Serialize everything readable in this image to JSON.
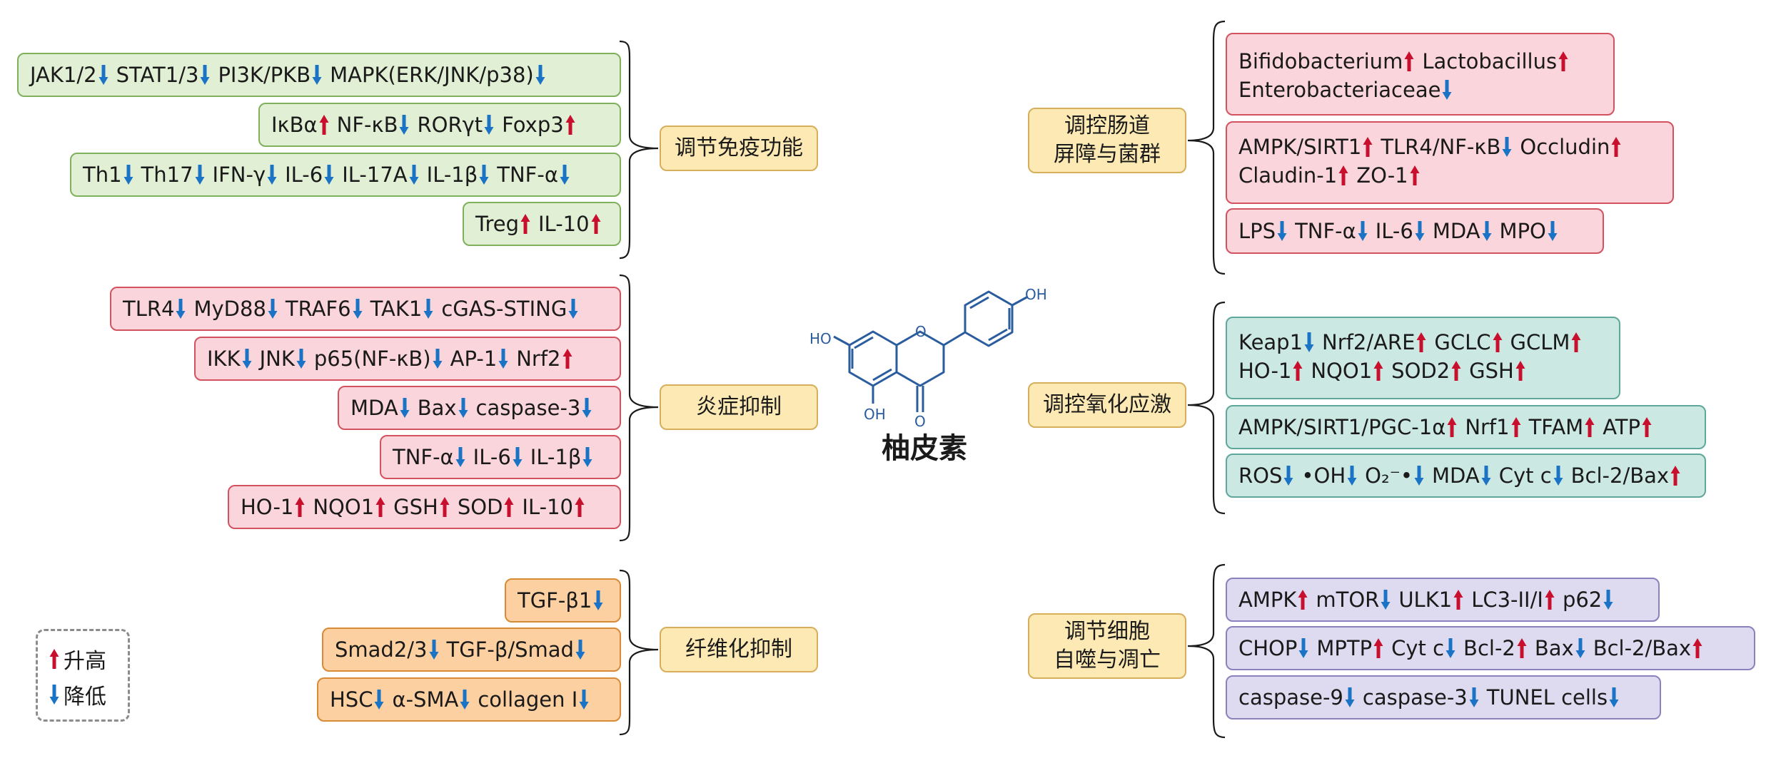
{
  "center": {
    "label": "柚皮素"
  },
  "molecule": {
    "ho_left": "HO",
    "oh_top": "OH",
    "oh_bottom": "OH",
    "ring_o": "O",
    "carbonyl_o": "O"
  },
  "legend": {
    "up": "升高",
    "down": "降低"
  },
  "colors": {
    "up_arrow": "#c8102e",
    "down_arrow": "#1a73c4"
  },
  "categories": {
    "immune": "调节免疫功能",
    "inflammation": "炎症抑制",
    "fibrosis": "纤维化抑制",
    "gut": [
      "调控肠道",
      "屏障与菌群"
    ],
    "oxidative": "调控氧化应激",
    "autophagy": [
      "调节细胞",
      "自噬与凋亡"
    ]
  },
  "groups": {
    "immune": [
      [
        [
          [
            "JAK1/2",
            "down"
          ],
          [
            "STAT1/3",
            "down"
          ],
          [
            "PI3K/PKB",
            "down"
          ],
          [
            "MAPK(ERK/JNK/p38)",
            "down"
          ]
        ]
      ],
      [
        [
          [
            "IκBα",
            "up"
          ],
          [
            "NF-κB",
            "down"
          ],
          [
            "RORγt",
            "down"
          ],
          [
            "Foxp3",
            "up"
          ]
        ]
      ],
      [
        [
          [
            "Th1",
            "down"
          ],
          [
            "Th17",
            "down"
          ],
          [
            "IFN-γ",
            "down"
          ],
          [
            "IL-6",
            "down"
          ],
          [
            "IL-17A",
            "down"
          ],
          [
            "IL-1β",
            "down"
          ],
          [
            "TNF-α",
            "down"
          ]
        ]
      ],
      [
        [
          [
            "Treg",
            "up"
          ],
          [
            "IL-10",
            "up"
          ]
        ]
      ]
    ],
    "inflammation": [
      [
        [
          [
            "TLR4",
            "down"
          ],
          [
            "MyD88",
            "down"
          ],
          [
            "TRAF6",
            "down"
          ],
          [
            "TAK1",
            "down"
          ],
          [
            "cGAS-STING",
            "down"
          ]
        ]
      ],
      [
        [
          [
            "IKK",
            "down"
          ],
          [
            "JNK",
            "down"
          ],
          [
            "p65(NF-κB)",
            "down"
          ],
          [
            "AP-1",
            "down"
          ],
          [
            "Nrf2",
            "up"
          ]
        ]
      ],
      [
        [
          [
            "MDA",
            "down"
          ],
          [
            "Bax",
            "down"
          ],
          [
            "caspase-3",
            "down"
          ]
        ]
      ],
      [
        [
          [
            "TNF-α",
            "down"
          ],
          [
            "IL-6",
            "down"
          ],
          [
            "IL-1β",
            "down"
          ]
        ]
      ],
      [
        [
          [
            "HO-1",
            "up"
          ],
          [
            "NQO1",
            "up"
          ],
          [
            "GSH",
            "up"
          ],
          [
            "SOD",
            "up"
          ],
          [
            "IL-10",
            "up"
          ]
        ]
      ]
    ],
    "fibrosis": [
      [
        [
          [
            "TGF-β1",
            "down"
          ]
        ]
      ],
      [
        [
          [
            "Smad2/3",
            "down"
          ],
          [
            "TGF-β/Smad",
            "down"
          ]
        ]
      ],
      [
        [
          [
            "HSC",
            "down"
          ],
          [
            "α-SMA",
            "down"
          ],
          [
            "collagen I",
            "down"
          ]
        ]
      ]
    ],
    "gut": [
      [
        [
          [
            "Bifidobacterium",
            "up"
          ],
          [
            "Lactobacillus",
            "up"
          ]
        ],
        [
          [
            "Enterobacteriaceae",
            "down"
          ]
        ]
      ],
      [
        [
          [
            "AMPK/SIRT1",
            "up"
          ],
          [
            "TLR4/NF-κB",
            "down"
          ],
          [
            "Occludin",
            "up"
          ]
        ],
        [
          [
            "Claudin-1",
            "up"
          ],
          [
            "ZO-1",
            "up"
          ]
        ]
      ],
      [
        [
          [
            "LPS",
            "down"
          ],
          [
            "TNF-α",
            "down"
          ],
          [
            "IL-6",
            "down"
          ],
          [
            "MDA",
            "down"
          ],
          [
            "MPO",
            "down"
          ]
        ]
      ]
    ],
    "oxidative": [
      [
        [
          [
            "Keap1",
            "down"
          ],
          [
            "Nrf2/ARE",
            "up"
          ],
          [
            "GCLC",
            "up"
          ],
          [
            "GCLM",
            "up"
          ]
        ],
        [
          [
            "HO-1",
            "up"
          ],
          [
            "NQO1",
            "up"
          ],
          [
            "SOD2",
            "up"
          ],
          [
            "GSH",
            "up"
          ]
        ]
      ],
      [
        [
          [
            "AMPK/SIRT1/PGC-1α",
            "up"
          ],
          [
            "Nrf1",
            "up"
          ],
          [
            "TFAM",
            "up"
          ],
          [
            "ATP",
            "up"
          ]
        ]
      ],
      [
        [
          [
            "ROS",
            "down"
          ],
          [
            "•OH",
            "down"
          ],
          [
            "O₂⁻•",
            "down"
          ],
          [
            "MDA",
            "down"
          ],
          [
            "Cyt c",
            "down"
          ],
          [
            "Bcl-2/Bax",
            "up"
          ]
        ]
      ]
    ],
    "autophagy": [
      [
        [
          [
            "AMPK",
            "up"
          ],
          [
            "mTOR",
            "down"
          ],
          [
            "ULK1",
            "up"
          ],
          [
            "LC3-II/I",
            "up"
          ],
          [
            "p62",
            "down"
          ]
        ]
      ],
      [
        [
          [
            "CHOP",
            "down"
          ],
          [
            "MPTP",
            "up"
          ],
          [
            "Cyt c",
            "down"
          ],
          [
            "Bcl-2",
            "up"
          ],
          [
            "Bax",
            "down"
          ],
          [
            "Bcl-2/Bax",
            "up"
          ]
        ]
      ],
      [
        [
          [
            "caspase-9",
            "down"
          ],
          [
            "caspase-3",
            "down"
          ],
          [
            "TUNEL cells",
            "down"
          ]
        ]
      ]
    ]
  }
}
